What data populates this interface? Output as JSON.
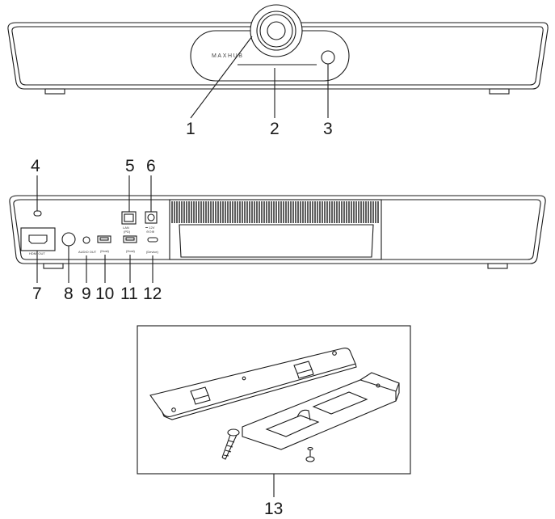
{
  "front_view": {
    "brand_text": "MAXHUB",
    "callouts": [
      "1",
      "2",
      "3"
    ]
  },
  "rear_view": {
    "callouts": [
      "4",
      "5",
      "6",
      "7",
      "8",
      "9",
      "10",
      "11",
      "12"
    ],
    "port_labels": {
      "lan": "LAN",
      "lan_sub": "(PD)",
      "hdmi_out": "HDMI OUT",
      "audio_out": "AUDIO OUT",
      "usb_host_1": "(Host)",
      "usb_host_2": "(Host)",
      "usb_c_device": "(Device)"
    }
  },
  "mount_kit": {
    "callout": "13"
  }
}
